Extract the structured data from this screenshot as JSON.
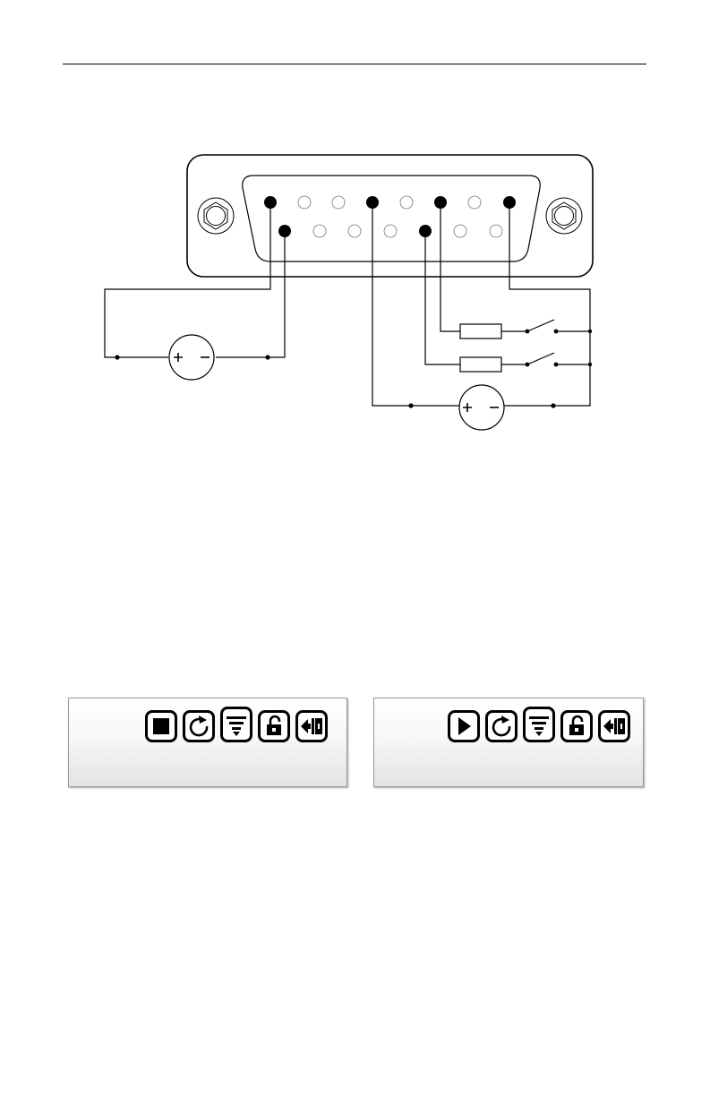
{
  "diagram": {
    "connector": "d-sub-9-pin",
    "active_pins": [
      "top-1",
      "top-4",
      "top-6",
      "top-8",
      "bottom-1",
      "bottom-5"
    ],
    "components": [
      "dc-source-left",
      "dc-source-right",
      "resistor-1",
      "resistor-2",
      "switch-1",
      "switch-2"
    ],
    "colors": {
      "stroke": "#000000",
      "pin_active": "#000000",
      "pin_inactive": "#ffffff"
    }
  },
  "panels": [
    {
      "state": "stopped",
      "icons": [
        "stop-icon",
        "refresh-icon",
        "filter-icon",
        "unlock-icon",
        "connection-icon"
      ]
    },
    {
      "state": "running",
      "icons": [
        "play-icon",
        "refresh-icon",
        "filter-icon",
        "unlock-icon",
        "connection-icon"
      ]
    }
  ]
}
